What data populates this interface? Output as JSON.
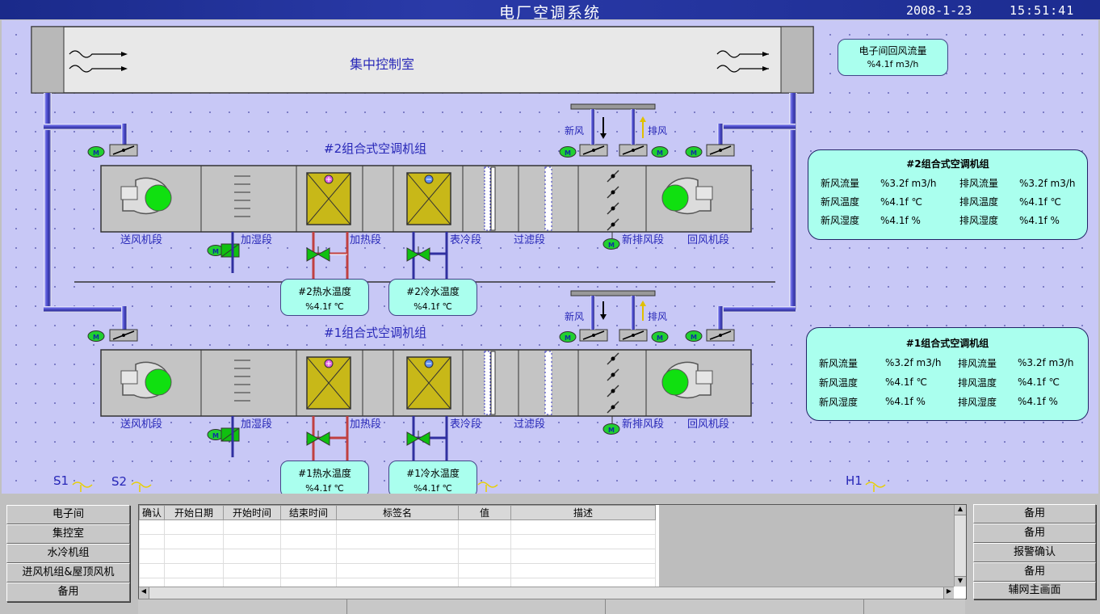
{
  "title": "电厂空调系统",
  "date": "2008-1-23",
  "time": "15:51:41",
  "control_room": "集中控制室",
  "electronic_flow": {
    "title": "电子间回风流量",
    "value": "%4.1f m3/h"
  },
  "unit2": {
    "title": "#2组合式空调机组",
    "fresh_air": "新风",
    "exhaust_air": "排风",
    "sections": [
      "送风机段",
      "加湿段",
      "加热段",
      "表冷段",
      "过滤段",
      "新排风段",
      "回风机段"
    ],
    "hot_water": {
      "title": "#2热水温度",
      "value": "%4.1f ℃"
    },
    "cold_water": {
      "title": "#2冷水温度",
      "value": "%4.1f ℃"
    },
    "panel": {
      "title": "#2组合式空调机组",
      "rows": [
        [
          "新风流量",
          "%3.2f m3/h",
          "排风流量",
          "%3.2f m3/h"
        ],
        [
          "新风温度",
          "%4.1f ℃",
          "排风温度",
          "%4.1f ℃"
        ],
        [
          "新风湿度",
          "%4.1f %",
          "排风湿度",
          "%4.1f %"
        ]
      ]
    }
  },
  "unit1": {
    "title": "#1组合式空调机组",
    "fresh_air": "新风",
    "exhaust_air": "排风",
    "sections": [
      "送风机段",
      "加湿段",
      "加热段",
      "表冷段",
      "过滤段",
      "新排风段",
      "回风机段"
    ],
    "hot_water": {
      "title": "#1热水温度",
      "value": "%4.1f ℃"
    },
    "cold_water": {
      "title": "#1冷水温度",
      "value": "%4.1f ℃"
    },
    "panel": {
      "title": "#1组合式空调机组",
      "rows": [
        [
          "新风流量",
          "%3.2f m3/h",
          "排风流量",
          "%3.2f m3/h"
        ],
        [
          "新风温度",
          "%4.1f ℃",
          "排风温度",
          "%4.1f ℃"
        ],
        [
          "新风湿度",
          "%4.1f %",
          "排风湿度",
          "%4.1f %"
        ]
      ]
    }
  },
  "sensors": {
    "s1": "S1",
    "s2": "S2",
    "h1": "H1"
  },
  "motor_label": "M",
  "nav_left": [
    "电子间",
    "集控室",
    "水冷机组",
    "进风机组&屋顶风机",
    "备用"
  ],
  "nav_right": [
    "备用",
    "备用",
    "报警确认",
    "备用",
    "辅网主画面"
  ],
  "alarm_table": {
    "headers": [
      "确认",
      "开始日期",
      "开始时间",
      "结束时间",
      "标签名",
      "值",
      "描述"
    ],
    "rows": 6
  },
  "colors": {
    "titlebar": "#1a2a8a",
    "canvas": "#c8c8f6",
    "pipe": "#5050d0",
    "info": "#aaffee",
    "label": "#2828b8"
  }
}
